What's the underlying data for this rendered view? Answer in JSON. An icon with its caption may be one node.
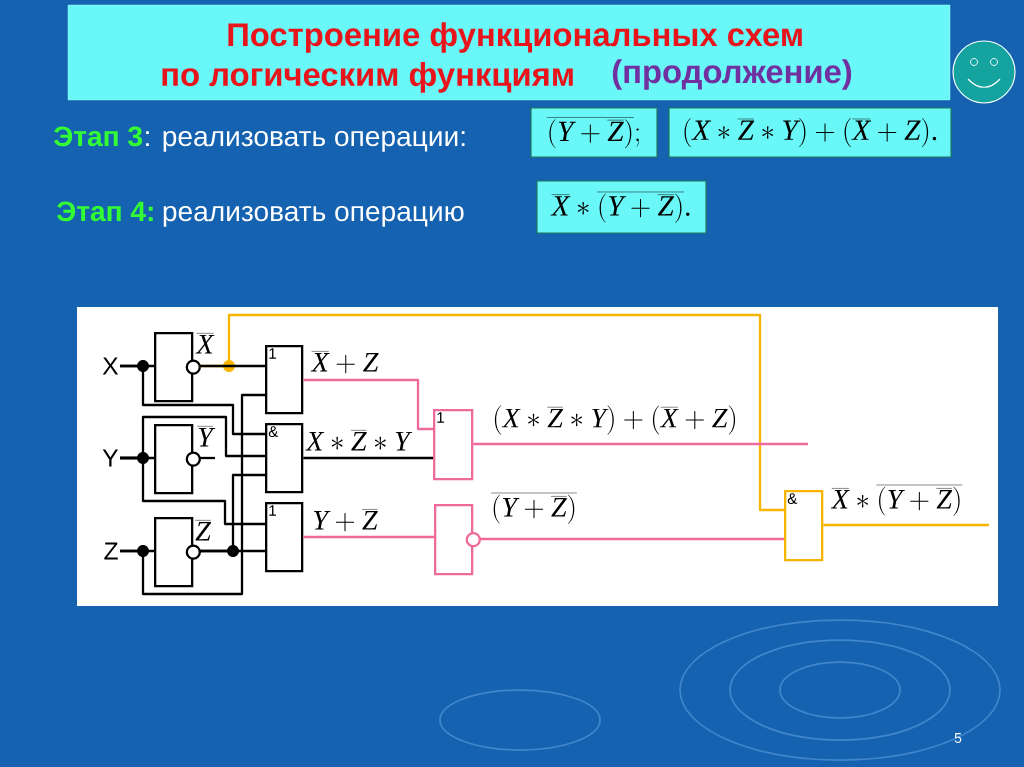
{
  "diagram": {
    "title": "Построение функциональных схем по логическим функциям",
    "nodes": [
      {
        "text": [
          "\\overline{(Y+\\overline{Z})};"
        ]
      },
      {
        "text": [
          "(X*\\overline{Z}*Y)+(\\overline{X}+Z)."
        ]
      },
      {
        "text": [
          "\\overline{X}*\\overline{(Y+\\overline{Z})}."
        ]
      },
      {
        "text": [
          "X"
        ]
      },
      {
        "text": [
          "Y"
        ]
      },
      {
        "text": [
          "Z"
        ]
      },
      {
        "text": [],
        "shape": "box",
        "beside": [
          "\\overline{X}"
        ]
      },
      {
        "text": [],
        "shape": "box",
        "beside": [
          "\\overline{Y}"
        ]
      },
      {
        "text": [],
        "shape": "box",
        "beside": [
          "\\overline{Z}"
        ]
      },
      {
        "text": [
          "1"
        ]
      },
      {
        "text": [
          "&"
        ]
      },
      {
        "text": [
          "1"
        ]
      },
      {
        "text": [
          "1"
        ]
      },
      {
        "text": [],
        "shape": "box"
      },
      {
        "text": [
          "&"
        ]
      }
    ],
    "edges": [
      {
        "from": 3,
        "to": 6,
        "arrow": "none"
      },
      {
        "from": 3,
        "to": 10,
        "arrow": "none"
      },
      {
        "from": 4,
        "to": 7,
        "arrow": "none"
      },
      {
        "from": 4,
        "to": 10,
        "arrow": "none"
      },
      {
        "from": 4,
        "to": 11,
        "arrow": "none"
      },
      {
        "from": 5,
        "to": 8,
        "arrow": "none"
      },
      {
        "from": 5,
        "to": 9,
        "arrow": "none"
      },
      {
        "from": 6,
        "to": 14,
        "arrow": "none",
        "color": "#f7b500"
      },
      {
        "from": 6,
        "to": 9,
        "arrow": "none"
      },
      {
        "from": 7,
        "to": null,
        "arrow": "none"
      },
      {
        "from": 8,
        "to": 10,
        "arrow": "none"
      },
      {
        "from": 8,
        "to": 11,
        "arrow": "none"
      },
      {
        "from": 9,
        "to": 12,
        "arrow": "none",
        "label": "\\overline{X}+Z",
        "color": "#ee6a9b"
      },
      {
        "from": 10,
        "to": 12,
        "arrow": "none",
        "label": "X*\\overline{Z}*Y"
      },
      {
        "from": 11,
        "to": 13,
        "arrow": "none",
        "label": "Y+\\overline{Z}",
        "color": "#ee6a9b"
      },
      {
        "from": 12,
        "to": null,
        "arrow": "none",
        "label": "(X*\\overline{Z}*Y)+(\\overline{X}+Z)",
        "color": "#ee6a9b"
      },
      {
        "from": 13,
        "to": 14,
        "arrow": "none",
        "label": "\\overline{(Y+\\overline{Z})}",
        "color": "#ee6a9b"
      },
      {
        "from": 14,
        "to": null,
        "arrow": "none",
        "label": "\\overline{X}*\\overline{(Y+\\overline{Z})}",
        "color": "#f7b500"
      }
    ],
    "labels": [
      "(продолжение)",
      "Этап 3",
      ": реализовать операции:",
      "Этап 4:",
      "реализовать операцию",
      "5"
    ]
  }
}
